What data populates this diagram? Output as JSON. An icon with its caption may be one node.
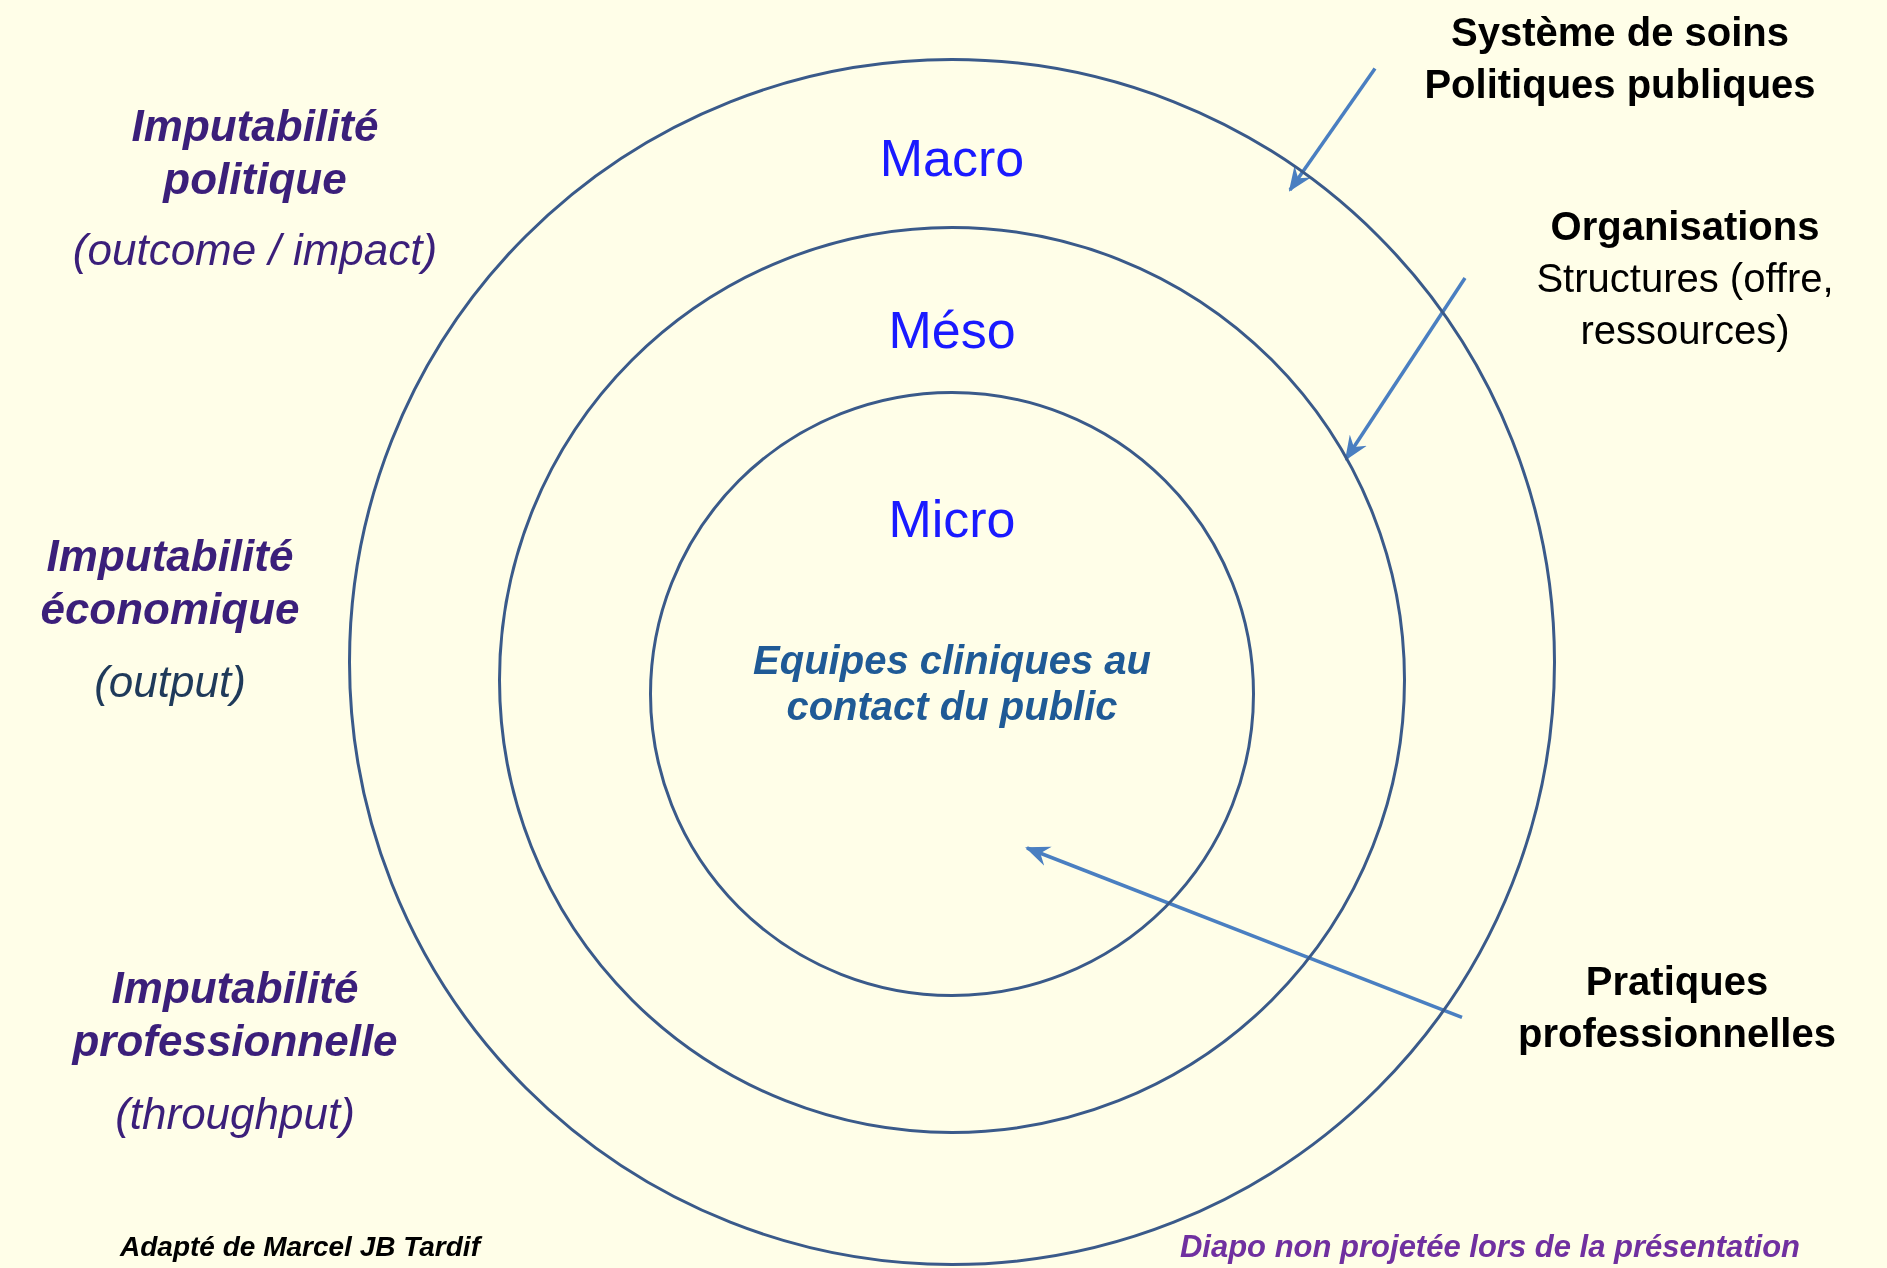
{
  "diagram": {
    "nodes": [
      {
        "text": [
          "Macro"
        ]
      },
      {
        "text": [
          "Méso"
        ],
        "in": 0
      },
      {
        "text": [
          "Micro",
          "Equipes cliniques au contact du public"
        ],
        "in": 1
      },
      {
        "text": [
          "Système de soins",
          "Politiques publiques"
        ]
      },
      {
        "text": [
          "Organisations",
          "Structures (offre, ressources)"
        ]
      },
      {
        "text": [
          "Pratiques professionnelles"
        ]
      }
    ],
    "edges": [
      {
        "from": 3,
        "to": 0,
        "arrow": "to"
      },
      {
        "from": 4,
        "to": 1,
        "arrow": "to"
      },
      {
        "from": 5,
        "to": 2,
        "arrow": "to"
      }
    ],
    "labels": [
      "Imputabilité politique",
      "(outcome / impact)",
      "Imputabilité économique",
      "(output)",
      "Imputabilité professionnelle",
      "(throughput)",
      "Adapté de Marcel JB Tardif",
      "Diapo non projetée lors de la présentation"
    ]
  }
}
